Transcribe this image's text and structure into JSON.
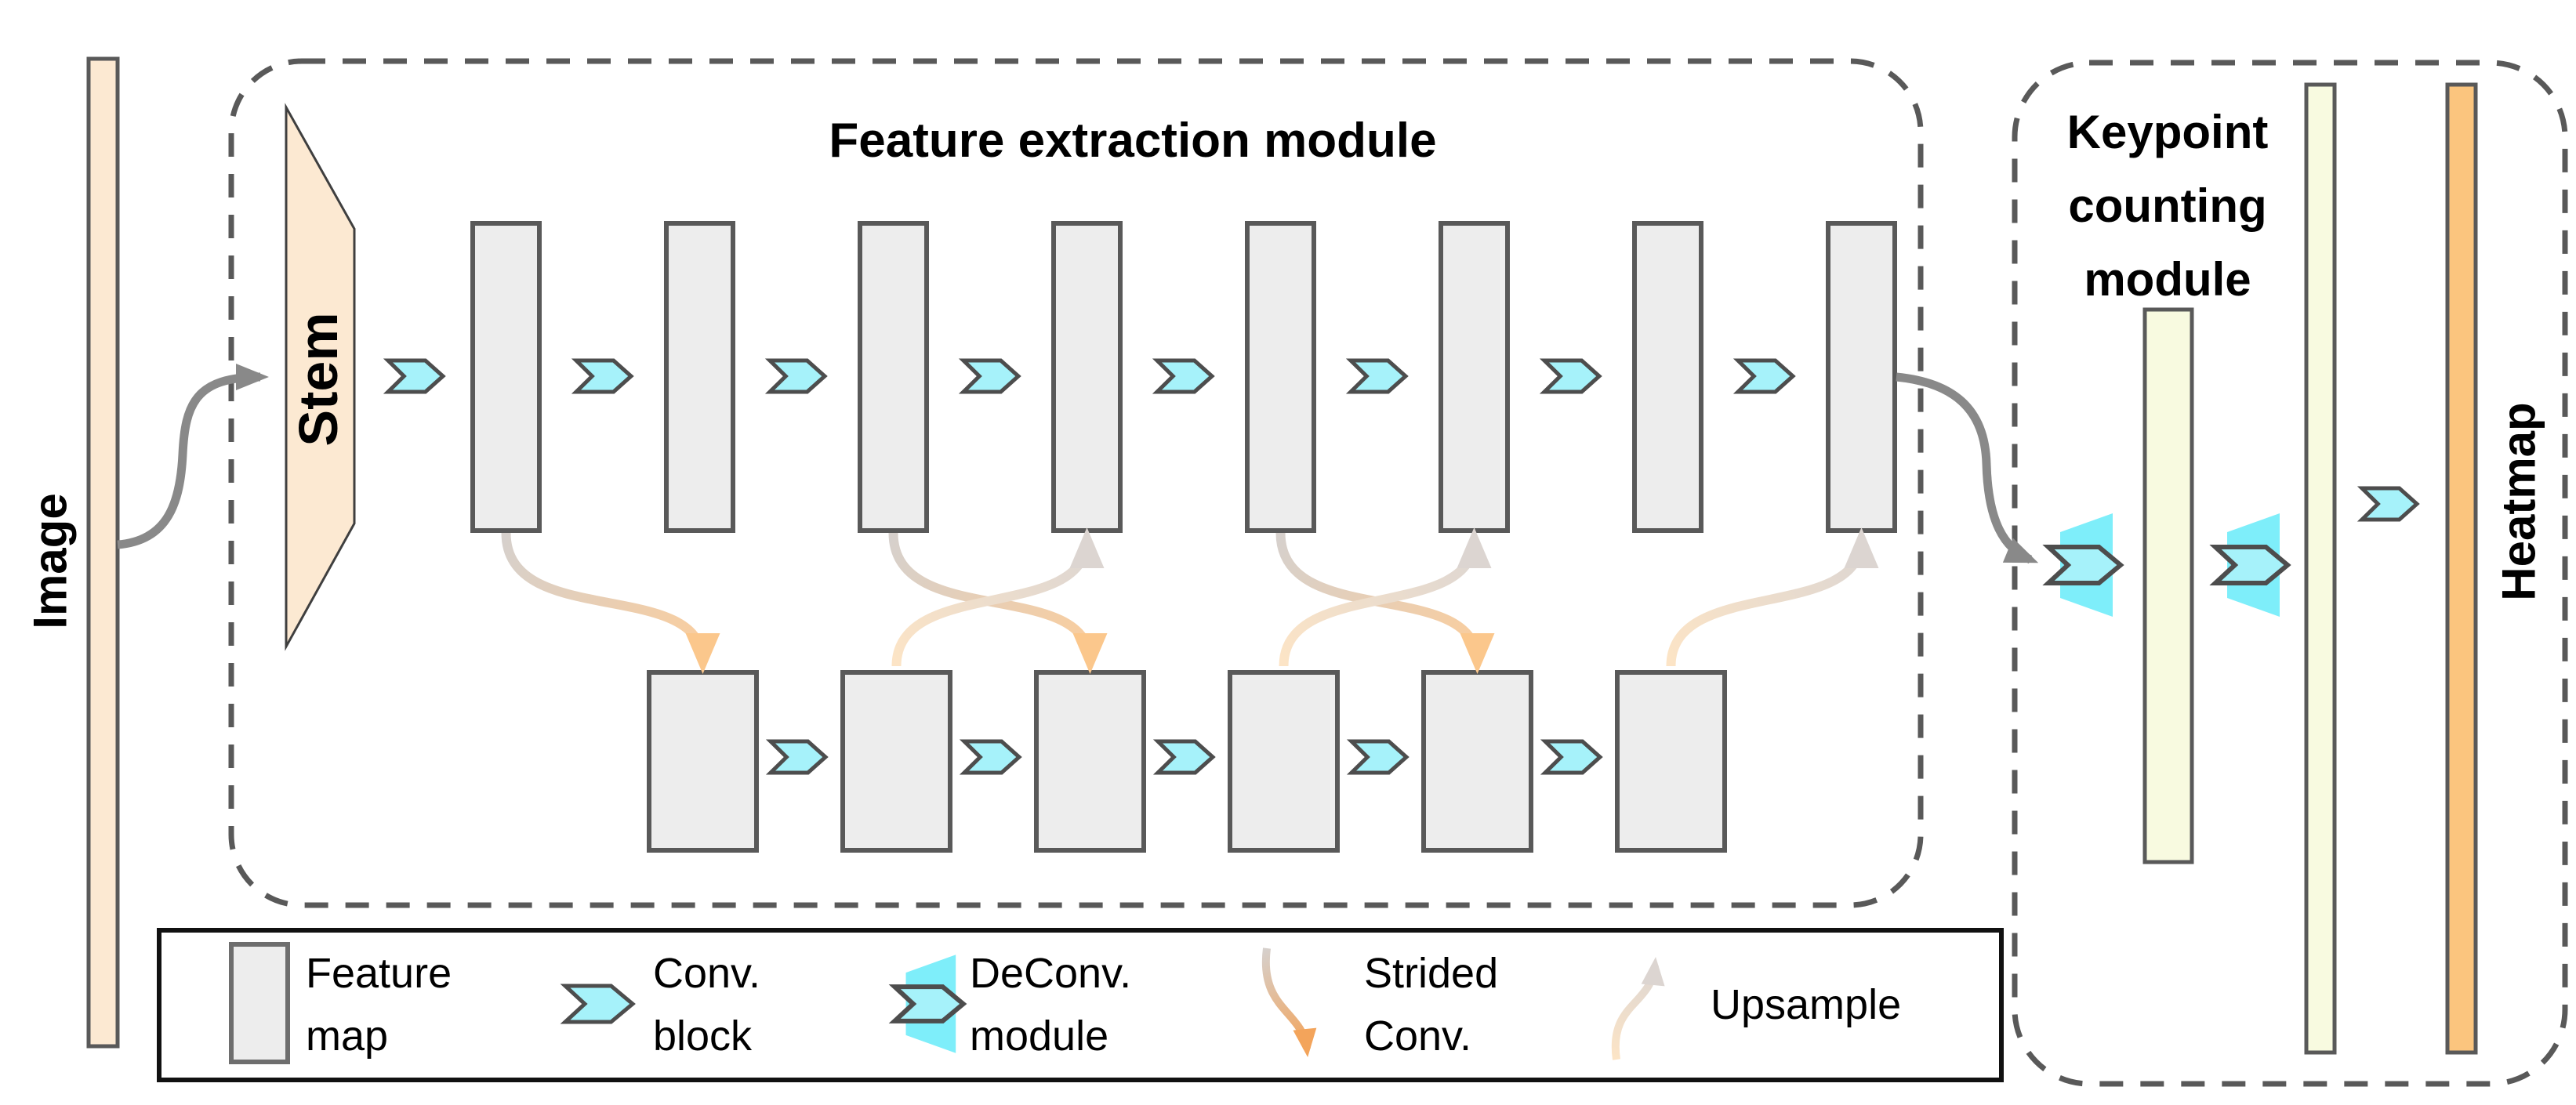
{
  "titles": {
    "feature_module": "Feature extraction module",
    "keypoint_module_lines": [
      "Keypoint",
      "counting",
      "module"
    ]
  },
  "labels": {
    "image": "Image",
    "stem": "Stem",
    "heatmap": "Heatmap"
  },
  "legend": {
    "feature_map_lines": [
      "Feature",
      "map"
    ],
    "conv_block_lines": [
      "Conv.",
      "block"
    ],
    "deconv_module_lines": [
      "DeConv.",
      "module"
    ],
    "strided_conv_lines": [
      "Strided",
      "Conv."
    ],
    "upsample": "Upsample"
  },
  "structure": {
    "top_feature_maps": 8,
    "bottom_feature_maps": 6,
    "keypoint_bars": 2,
    "heatmap_bars": 1,
    "strided_conv_links": [
      [
        1,
        1
      ],
      [
        3,
        3
      ],
      [
        5,
        5
      ]
    ],
    "upsample_links": [
      [
        2,
        4
      ],
      [
        4,
        6
      ],
      [
        6,
        8
      ]
    ]
  },
  "colors": {
    "outline": "#595959",
    "chevron_outline": "#4d4d4d",
    "legend_box_outline": "#111111",
    "feature_map_fill": "#EDEDED",
    "peach_fill": "#FCE9D2",
    "pale_yellow_fill": "#F8FAE0",
    "orange_fill": "#FBC57E",
    "cyan_chevron_fill": "#A6F2FA",
    "cyan_trapezoid_fill": "#7EEEFA",
    "gray_arrow": "#898989",
    "strided_from": "#D6D0CC",
    "strided_to": "#FBCD9C",
    "strided_head": "#FBC78C",
    "strided_head_legend": "#F3A45B",
    "upsample_from": "#FCE4C6",
    "upsample_to": "#DDD6D2",
    "upsample_head": "#DCD5D1"
  }
}
